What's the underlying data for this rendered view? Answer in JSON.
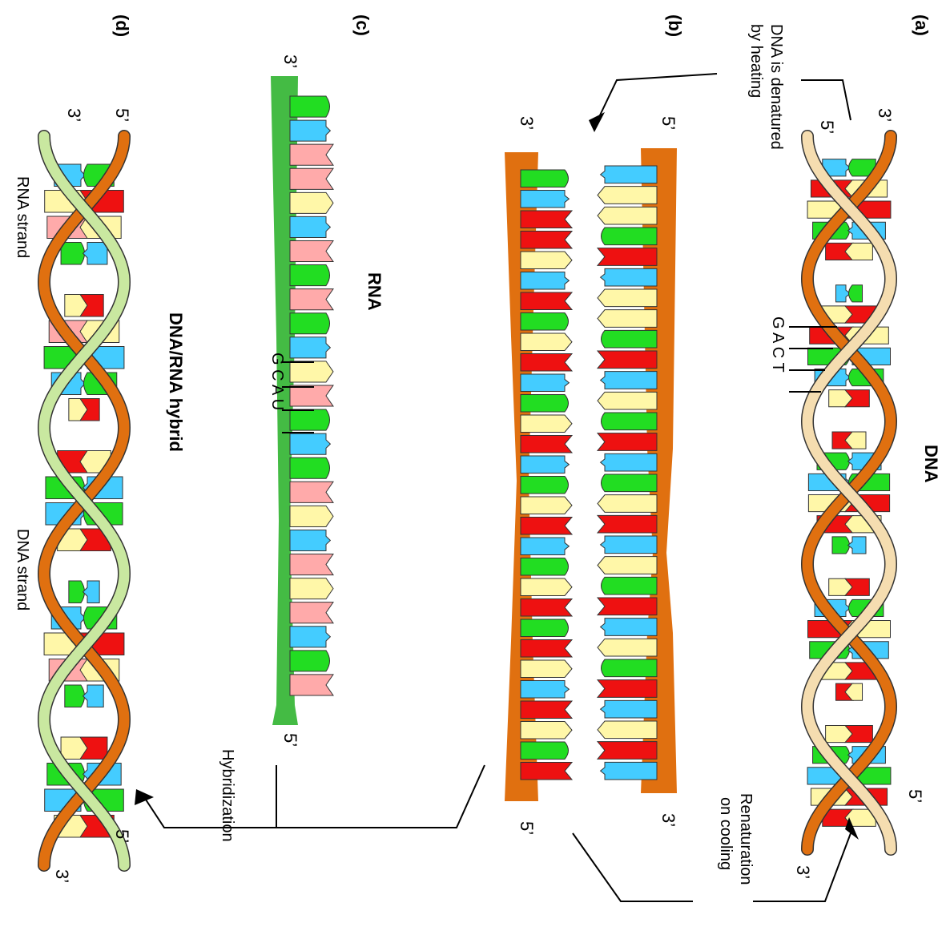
{
  "panels": {
    "a": {
      "letter": "(a)",
      "title": "DNA",
      "note_line1": "DNA is denatured",
      "note_line2": "by heating",
      "bases_label": "G A C T",
      "end_top_outer": "3’",
      "end_top_inner": "5’",
      "end_bottom_inner": "5’",
      "end_bottom_outer": "3’"
    },
    "b": {
      "letter": "(b)",
      "renature_line1": "Renaturation",
      "renature_line2": "on cooling",
      "end_right_top": "5’",
      "end_right_bottom": "3’",
      "end_left_top": "3’",
      "end_left_bottom": "5’"
    },
    "c": {
      "letter": "(c)",
      "title": "RNA",
      "bases_label": "G C A U",
      "end_top": "3’",
      "end_bottom": "5’",
      "process": "Hybridization"
    },
    "d": {
      "letter": "(d)",
      "title": "DNA/RNA hybrid",
      "rna_strand": "RNA strand",
      "dna_strand": "DNA strand",
      "end_top_right": "5’",
      "end_top_left": "3’",
      "end_bottom_right": "5’",
      "end_bottom_left": "3’"
    }
  },
  "colors": {
    "G": "#22dd22",
    "A": "#fff7a8",
    "C": "#44ccff",
    "T": "#ee1111",
    "U": "#ffaaaa",
    "dna_backbone": "#e07010",
    "rna_backbone": "#44bb44"
  },
  "sequences": {
    "a_strand": "GCTAGTGCATGCAGTGCATGCACTGATCAGCATG",
    "b_right": "CAAGTCAAGTCAGTCGATCAGTCAGTCATC",
    "b_left": "GCTTACTGATCGATCGATCGATGTACTAGT",
    "c_rna": "GCUUACUGUGCAUGCGUACUAUCGU",
    "d_strand": "GCAUGCAUGCAGTGCATGCAUGCAGCAU"
  }
}
